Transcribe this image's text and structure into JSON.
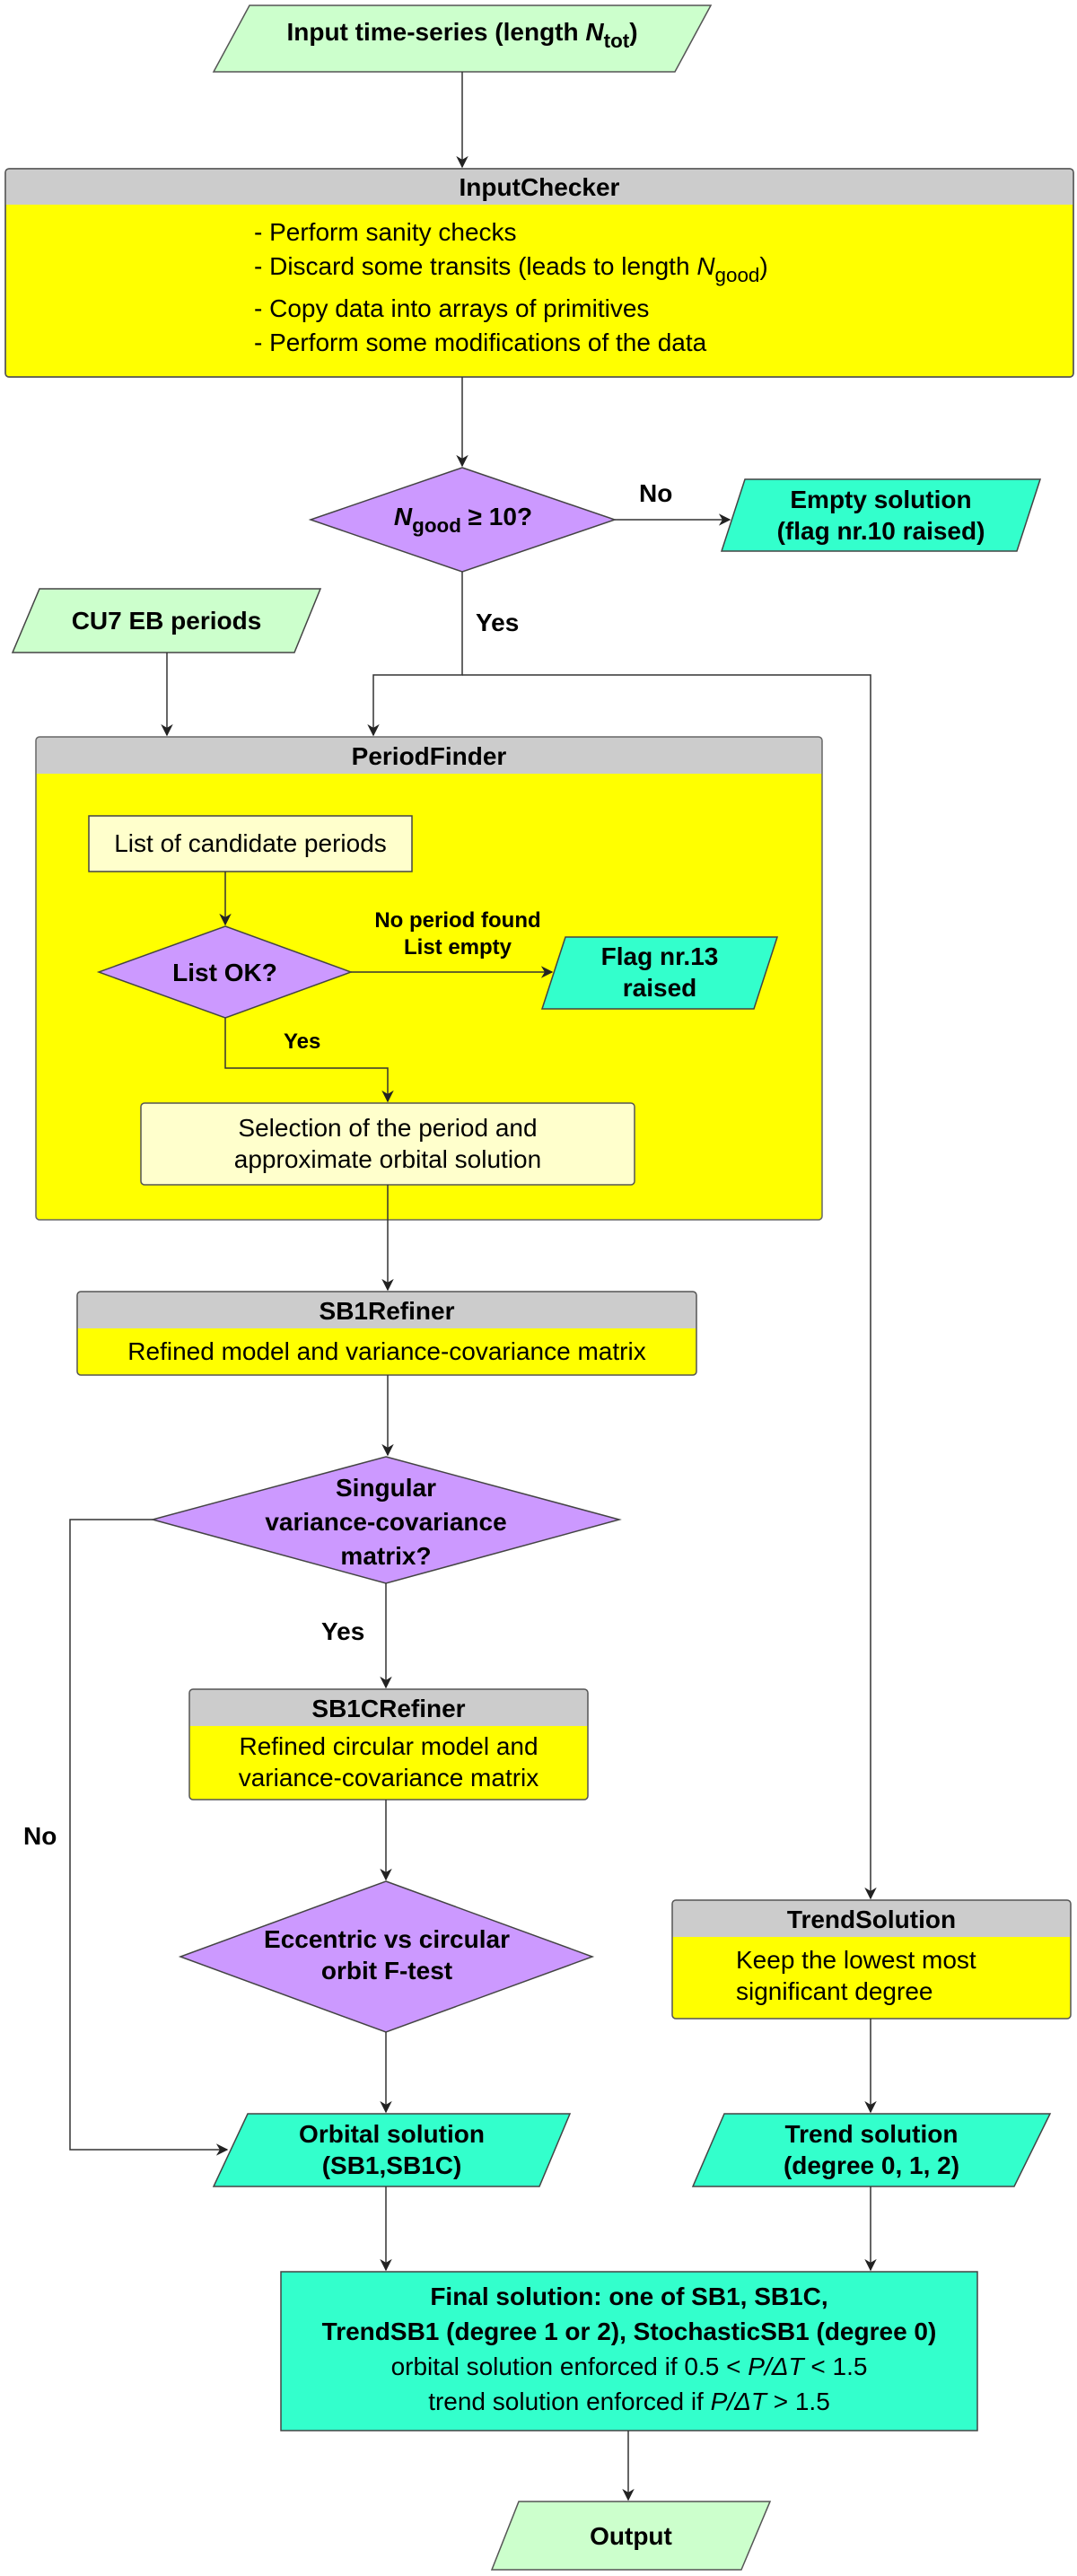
{
  "title": "SB1 processing flowchart",
  "colors": {
    "io_green": "#ccffcc",
    "solution_teal": "#33ffcc",
    "decision_purple": "#cc99ff",
    "module_header_gray": "#cccccc",
    "module_body_yellow": "#ffff00",
    "inner_box_cream": "#ffffcc",
    "line": "#333333"
  },
  "nodes": {
    "input": {
      "text": "Input time-series (length ",
      "var": "N",
      "sub": "tot",
      "close": ")"
    },
    "input_checker": {
      "header": "InputChecker",
      "items": [
        "- Perform sanity checks",
        "- Discard some transits (leads to length ",
        "- Copy data into arrays of primitives",
        "- Perform some modifications of the data"
      ],
      "item2_var": "N",
      "item2_sub": "good",
      "item2_close": ")"
    },
    "ngood_decision": {
      "var": "N",
      "sub": "good",
      "text": " ≥ 10?"
    },
    "empty_solution": {
      "line1": "Empty solution",
      "line2": "(flag nr.10 raised)"
    },
    "cu7_periods": {
      "text": "CU7 EB periods"
    },
    "period_finder": {
      "header": "PeriodFinder",
      "candidate_list": "List of candidate periods",
      "list_ok": "List OK?",
      "no_period_line1": "No period found",
      "no_period_line2": "List empty",
      "flag13_line1": "Flag nr.13",
      "flag13_line2": "raised",
      "selection_line1": "Selection of the period and",
      "selection_line2": "approximate orbital solution"
    },
    "sb1_refiner": {
      "header": "SB1Refiner",
      "body": "Refined model and variance-covariance matrix"
    },
    "singular_decision": {
      "line1": "Singular",
      "line2": "variance-covariance",
      "line3": "matrix?"
    },
    "sb1c_refiner": {
      "header": "SB1CRefiner",
      "line1": "Refined circular model and",
      "line2": "variance-covariance matrix"
    },
    "ftest_decision": {
      "line1": "Eccentric vs circular",
      "line2": "orbit F-test"
    },
    "trend_solution_module": {
      "header": "TrendSolution",
      "line1": "Keep the lowest most",
      "line2": "significant degree"
    },
    "orbital_solution": {
      "line1": "Orbital solution",
      "line2": "(SB1,SB1C)"
    },
    "trend_solution": {
      "line1": "Trend solution",
      "line2": "(degree 0, 1, 2)"
    },
    "final_solution": {
      "line1": "Final solution: one of SB1, SB1C,",
      "line2": "TrendSB1 (degree 1 or 2), StochasticSB1 (degree 0)",
      "line3_pre": "orbital solution enforced if 0.5 < ",
      "line3_var": "P/ΔT",
      "line3_post": " < 1.5",
      "line4_pre": "trend solution enforced if ",
      "line4_var": "P/ΔT",
      "line4_post": " > 1.5"
    },
    "output": {
      "text": "Output"
    }
  },
  "edge_labels": {
    "ngood_no": "No",
    "ngood_yes": "Yes",
    "list_ok_yes": "Yes",
    "singular_yes": "Yes",
    "singular_no": "No"
  }
}
